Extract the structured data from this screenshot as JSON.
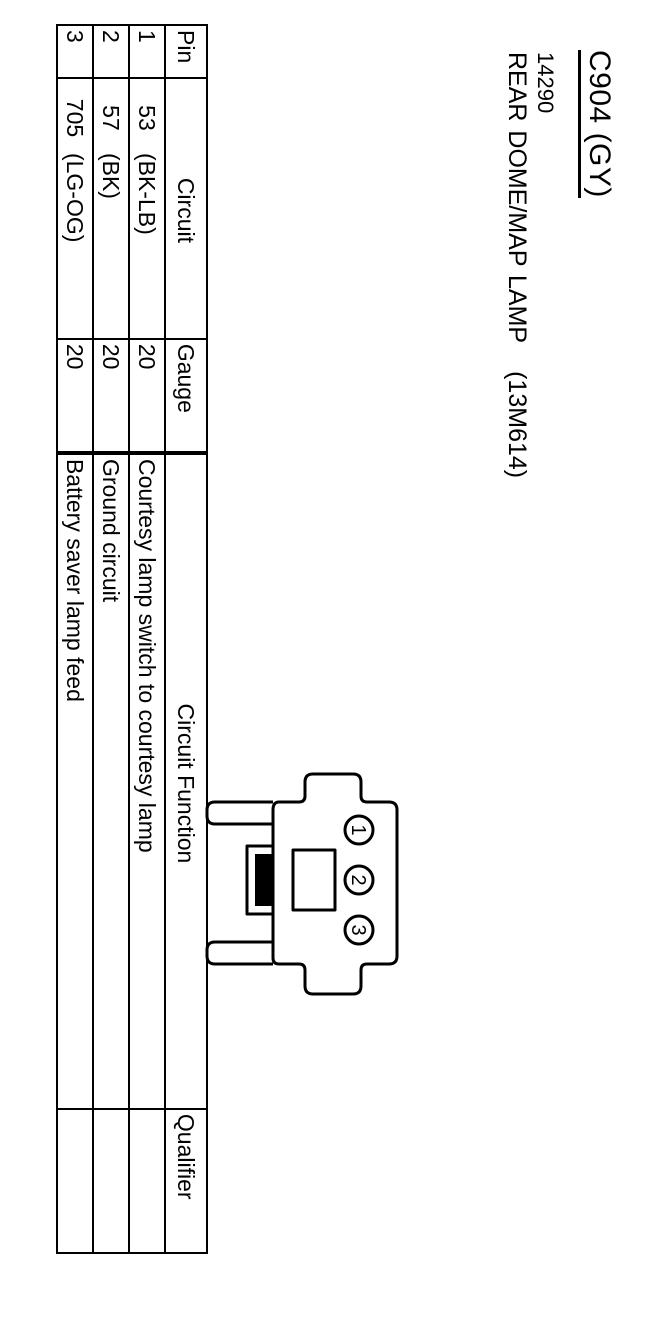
{
  "connector": {
    "id": "C904",
    "color_code": "(GY)",
    "part_number": "14290",
    "description": "REAR DOME/MAP LAMP",
    "component_code": "(13M614)",
    "pin_labels": [
      "1",
      "2",
      "3"
    ]
  },
  "table": {
    "headers": {
      "pin": "Pin",
      "circuit": "Circuit",
      "gauge": "Gauge",
      "function": "Circuit Function",
      "qualifier": "Qualifier"
    },
    "rows": [
      {
        "pin": "1",
        "circuit_number": "53",
        "circuit_color": "(BK-LB)",
        "gauge": "20",
        "function": "Courtesy lamp switch to courtesy lamp",
        "qualifier": ""
      },
      {
        "pin": "2",
        "circuit_number": "57",
        "circuit_color": "(BK)",
        "gauge": "20",
        "function": "Ground circuit",
        "qualifier": ""
      },
      {
        "pin": "3",
        "circuit_number": "705",
        "circuit_color": "(LG-OG)",
        "gauge": "20",
        "function": "Battery saver lamp feed",
        "qualifier": ""
      }
    ]
  }
}
